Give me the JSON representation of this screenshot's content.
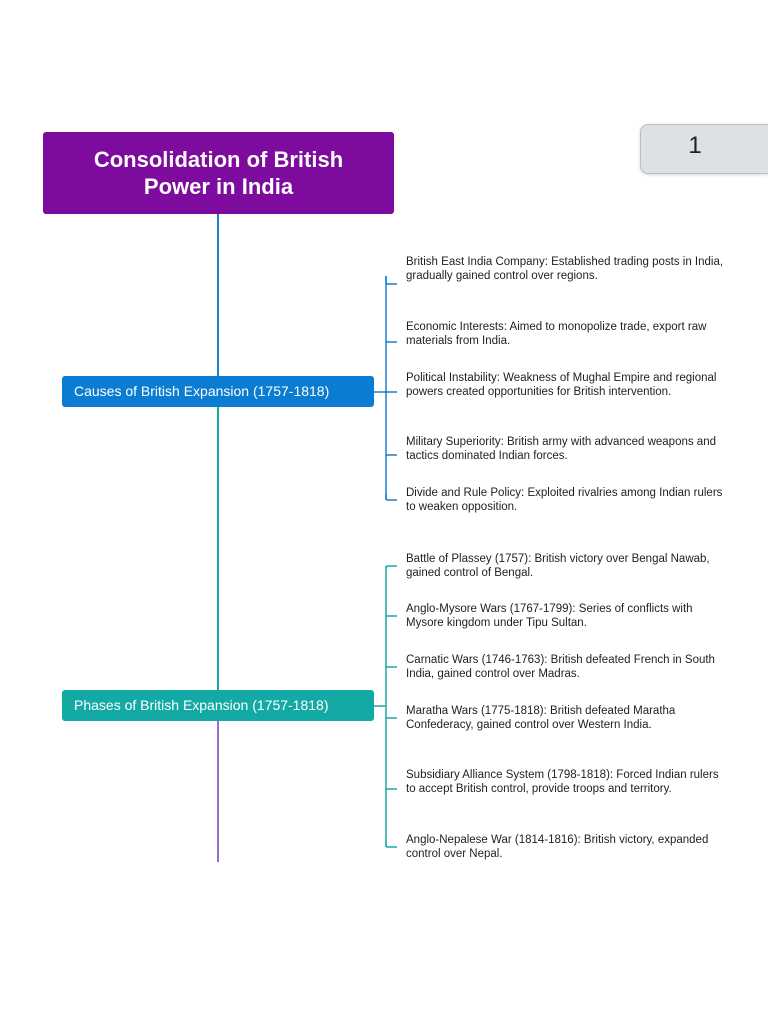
{
  "page_number": "1",
  "root": {
    "title": "Consolidation of British Power in India",
    "color": "#7d0b9e"
  },
  "branches": [
    {
      "label": "Causes of British Expansion (1757-1818)",
      "color": "#0a7dd2",
      "items": [
        "British East India Company: Established trading posts in India, gradually gained control over regions.",
        "Economic Interests: Aimed to monopolize trade, export raw materials from India.",
        "Political Instability: Weakness of Mughal Empire and regional powers created opportunities for British intervention.",
        "Military Superiority: British army with advanced weapons and tactics dominated Indian forces.",
        "Divide and Rule Policy: Exploited rivalries among Indian rulers to weaken opposition."
      ]
    },
    {
      "label": "Phases of British Expansion (1757-1818)",
      "color": "#13aaa6",
      "items": [
        "Battle of Plassey (1757): British victory over Bengal Nawab, gained control of Bengal.",
        "Anglo-Mysore Wars (1767-1799): Series of conflicts with Mysore kingdom under Tipu Sultan.",
        "Carnatic Wars (1746-1763): British defeated French in South India, gained control over Madras.",
        "Maratha Wars (1775-1818): British defeated Maratha Confederacy, gained control over Western India.",
        "Subsidiary Alliance System (1798-1818): Forced Indian rulers to accept British control, provide troops and territory.",
        "Anglo-Nepalese War (1814-1816): British victory, expanded control over Nepal."
      ]
    }
  ]
}
